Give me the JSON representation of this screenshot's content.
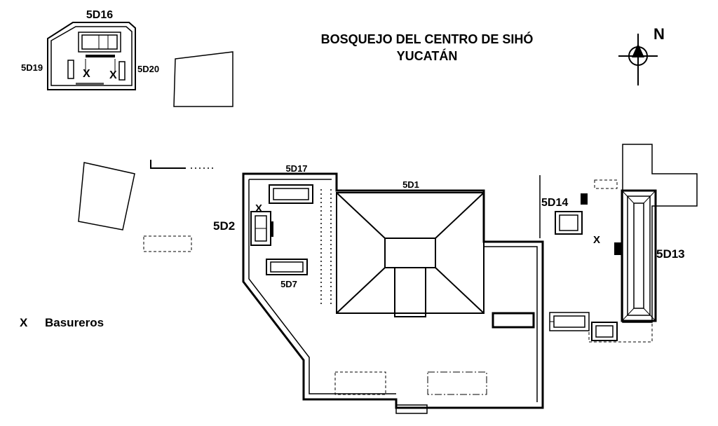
{
  "title": {
    "line1": "BOSQUEJO DEL CENTRO DE SIHÓ",
    "line2": "YUCATÁN"
  },
  "compass": {
    "label": "N"
  },
  "legend": {
    "symbol": "X",
    "text": "Basureros"
  },
  "structures": {
    "s5D16": "5D16",
    "s5D19": "5D19",
    "s5D20": "5D20",
    "s5D17": "5D17",
    "s5D1": "5D1",
    "s5D2": "5D2",
    "s5D7": "5D7",
    "s5D14": "5D14",
    "s5D13": "5D13"
  },
  "markers": {
    "basurero": "X"
  }
}
